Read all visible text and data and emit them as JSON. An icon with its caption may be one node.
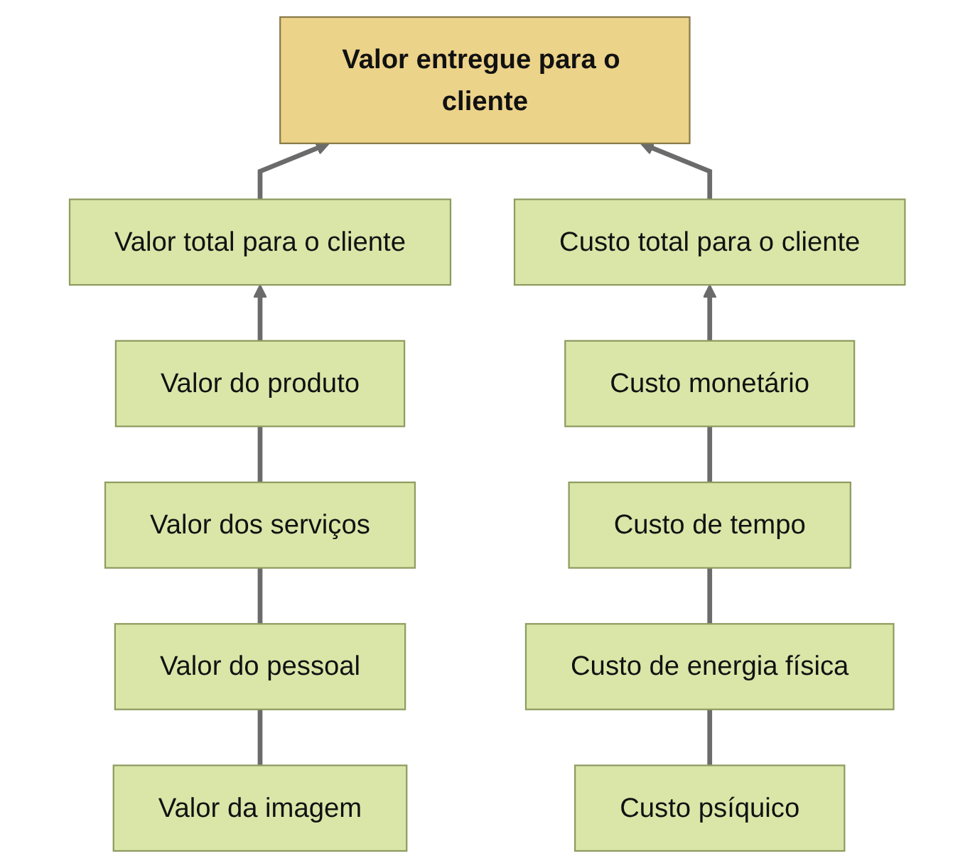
{
  "diagram": {
    "nodes": [
      {
        "text": [
          "Valor entregue para o cliente"
        ]
      },
      {
        "text": [
          "Valor total para o cliente"
        ]
      },
      {
        "text": [
          "Custo total para o cliente"
        ]
      },
      {
        "text": [
          "Valor do produto"
        ]
      },
      {
        "text": [
          "Custo monetário"
        ]
      },
      {
        "text": [
          "Valor dos serviços"
        ]
      },
      {
        "text": [
          "Custo de tempo"
        ]
      },
      {
        "text": [
          "Valor do pessoal"
        ]
      },
      {
        "text": [
          "Custo de energia física"
        ]
      },
      {
        "text": [
          "Valor da imagem"
        ]
      },
      {
        "text": [
          "Custo psíquico"
        ]
      }
    ],
    "edges": [
      {
        "from": 1,
        "to": 0,
        "arrow": "to"
      },
      {
        "from": 2,
        "to": 0,
        "arrow": "to"
      },
      {
        "from": 3,
        "to": 1,
        "arrow": "to"
      },
      {
        "from": 5,
        "to": 3,
        "arrow": "none"
      },
      {
        "from": 7,
        "to": 5,
        "arrow": "none"
      },
      {
        "from": 9,
        "to": 7,
        "arrow": "none"
      },
      {
        "from": 4,
        "to": 2,
        "arrow": "to"
      },
      {
        "from": 6,
        "to": 4,
        "arrow": "none"
      },
      {
        "from": 8,
        "to": 6,
        "arrow": "none"
      },
      {
        "from": 10,
        "to": 8,
        "arrow": "none"
      }
    ]
  }
}
